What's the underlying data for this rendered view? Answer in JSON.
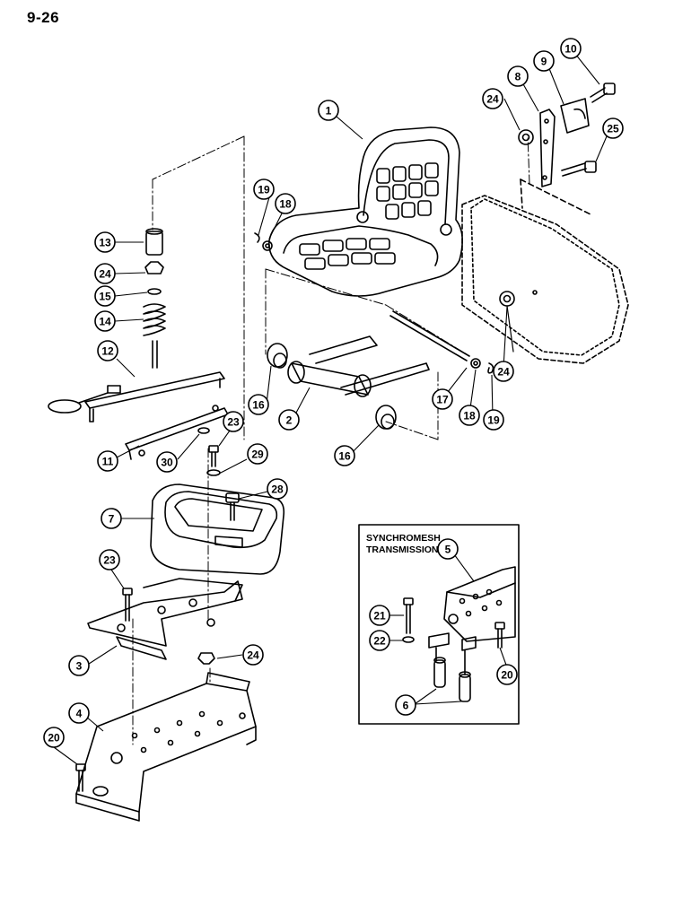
{
  "page": {
    "number": "9-26"
  },
  "inset": {
    "line1": "SYNCHROMESH",
    "line2": "TRANSMISSION"
  },
  "callouts": [
    {
      "label": "1"
    },
    {
      "label": "2"
    },
    {
      "label": "3"
    },
    {
      "label": "4"
    },
    {
      "label": "5"
    },
    {
      "label": "6"
    },
    {
      "label": "7"
    },
    {
      "label": "8"
    },
    {
      "label": "9"
    },
    {
      "label": "10"
    },
    {
      "label": "11"
    },
    {
      "label": "12"
    },
    {
      "label": "13"
    },
    {
      "label": "14"
    },
    {
      "label": "15"
    },
    {
      "label": "16"
    },
    {
      "label": "16"
    },
    {
      "label": "17"
    },
    {
      "label": "18"
    },
    {
      "label": "18"
    },
    {
      "label": "19"
    },
    {
      "label": "19"
    },
    {
      "label": "20"
    },
    {
      "label": "20"
    },
    {
      "label": "21"
    },
    {
      "label": "22"
    },
    {
      "label": "23"
    },
    {
      "label": "23"
    },
    {
      "label": "24"
    },
    {
      "label": "24"
    },
    {
      "label": "24"
    },
    {
      "label": "24"
    },
    {
      "label": "25"
    },
    {
      "label": "28"
    },
    {
      "label": "29"
    },
    {
      "label": "30"
    }
  ]
}
